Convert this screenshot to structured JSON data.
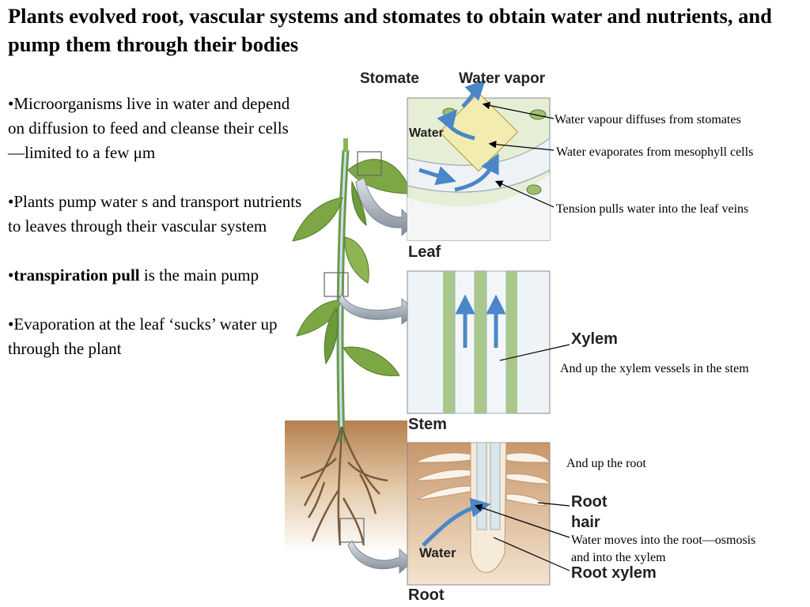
{
  "title": "Plants evolved root, vascular systems and stomates to obtain water and nutrients, and pump them through their bodies",
  "bullets": {
    "b1": "•Microorganisms live in water and depend on diffusion to feed and cleanse their cells—limited to a few μm",
    "b2": "•Plants pump water s and transport nutrients to leaves through their vascular system",
    "b3_bullet": "•",
    "b3_bold": "transpiration pull",
    "b3_rest": " is the main pump",
    "b4": "•Evaporation at the leaf ‘sucks’ water up through the plant"
  },
  "figure_labels": {
    "stomate": "Stomate",
    "water_vapor": "Water vapor",
    "water_leaf": "Water",
    "leaf": "Leaf",
    "xylem": "Xylem",
    "stem": "Stem",
    "root_hair_1": "Root",
    "root_hair_2": "hair",
    "water_root": "Water",
    "root_xylem": "Root xylem",
    "root": "Root"
  },
  "annotations": {
    "vapour_diffuses": "Water vapour diffuses from stomates",
    "evaporates": "Water evaporates from mesophyll cells",
    "tension": "Tension pulls water into the leaf veins",
    "xylem_stem": "And up the xylem vessels in the stem",
    "up_root": "And up the root",
    "osmosis_1": "Water moves into the root—osmosis",
    "osmosis_2": "and into the xylem"
  },
  "colors": {
    "water_arrow": "#4a86c8",
    "leaf_green": "#6f9a3c",
    "soil": "#c49a6c",
    "panel_border": "#8a8a8a"
  }
}
